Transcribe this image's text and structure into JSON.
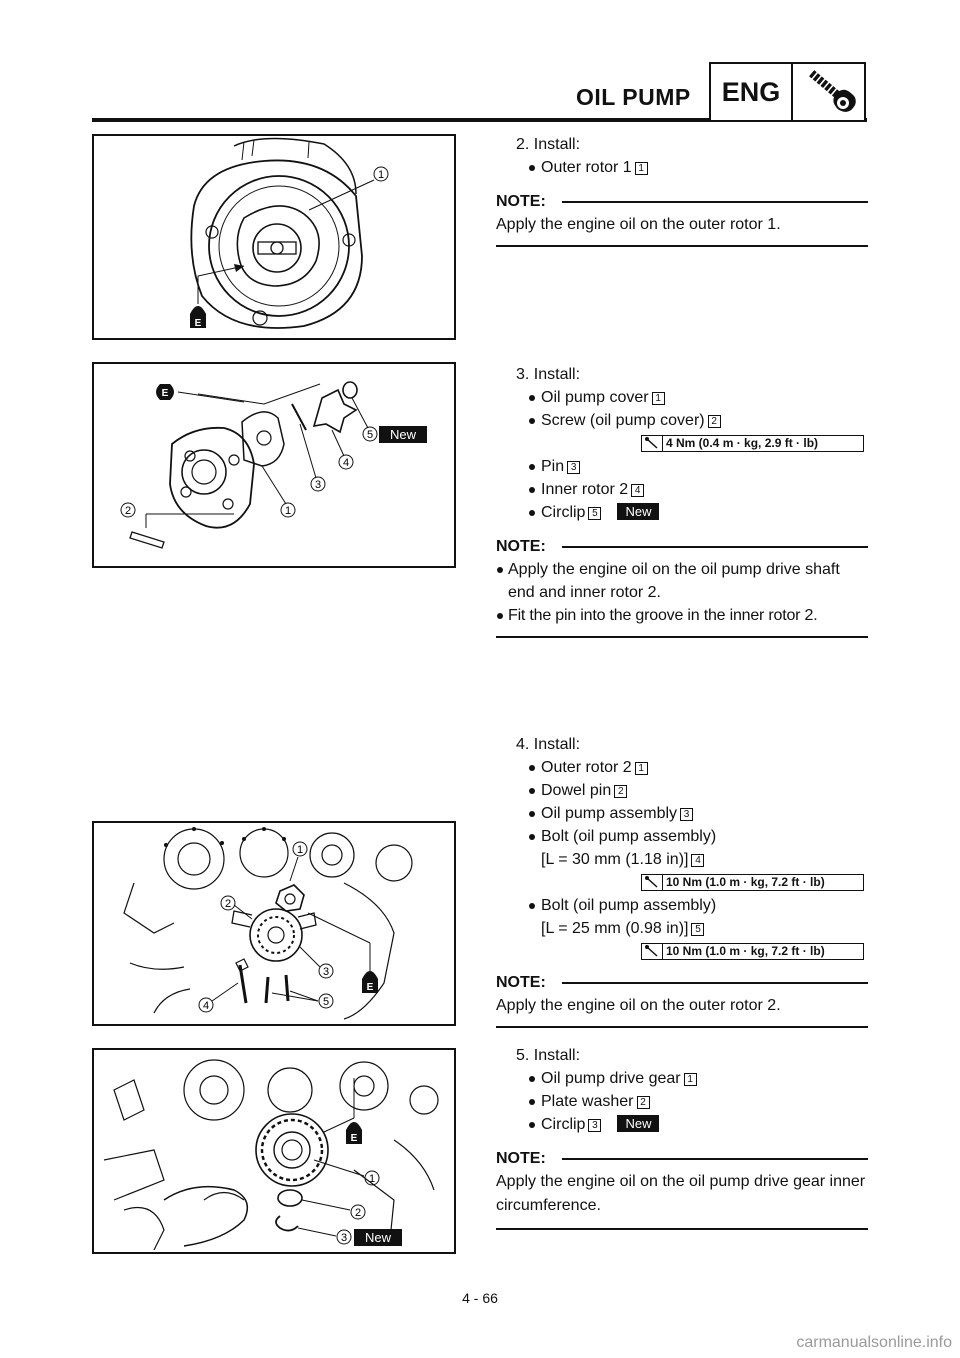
{
  "header": {
    "section_title": "OIL PUMP",
    "badge": "ENG"
  },
  "step2": {
    "heading": "2. Install:",
    "items": [
      {
        "text": "Outer rotor 1",
        "ref": "1"
      }
    ],
    "note_label": "NOTE:",
    "note": "Apply the engine oil on the outer rotor 1."
  },
  "step3": {
    "heading": "3. Install:",
    "items": [
      {
        "text": "Oil pump cover",
        "ref": "1"
      },
      {
        "text": "Screw (oil pump cover)",
        "ref": "2"
      },
      {
        "text": "Pin",
        "ref": "3"
      },
      {
        "text": "Inner rotor 2",
        "ref": "4"
      },
      {
        "text": "Circlip",
        "ref": "5"
      }
    ],
    "torque": "4 Nm (0.4 m · kg, 2.9 ft · lb)",
    "new_label": "New",
    "note_label": "NOTE:",
    "notes": [
      "Apply the engine oil on the oil pump drive shaft end and inner rotor 2.",
      "Fit the pin into the groove in the inner rotor 2."
    ]
  },
  "step4": {
    "heading": "4. Install:",
    "items": [
      {
        "text": "Outer rotor 2",
        "ref": "1"
      },
      {
        "text": "Dowel pin",
        "ref": "2"
      },
      {
        "text": "Oil pump assembly",
        "ref": "3"
      },
      {
        "text": "Bolt (oil pump assembly)",
        "ref": ""
      },
      {
        "text": "[L = 30 mm (1.18 in)]",
        "ref": "4"
      },
      {
        "text": "Bolt (oil pump assembly)",
        "ref": ""
      },
      {
        "text": "[L = 25 mm (0.98 in)]",
        "ref": "5"
      }
    ],
    "torque_a": "10 Nm (1.0 m · kg, 7.2 ft · lb)",
    "torque_b": "10 Nm (1.0 m · kg, 7.2 ft · lb)",
    "note_label": "NOTE:",
    "note": "Apply the engine oil on the outer rotor 2."
  },
  "step5": {
    "heading": "5. Install:",
    "items": [
      {
        "text": "Oil pump drive gear",
        "ref": "1"
      },
      {
        "text": "Plate washer",
        "ref": "2"
      },
      {
        "text": "Circlip",
        "ref": "3"
      }
    ],
    "new_label": "New",
    "note_label": "NOTE:",
    "note": "Apply the engine oil on the oil pump drive gear inner circumference."
  },
  "figures": {
    "fig1": {
      "callouts": [
        "1"
      ],
      "oil_mark": "E"
    },
    "fig2": {
      "callouts": [
        "1",
        "2",
        "3",
        "4",
        "5"
      ],
      "oil_mark": "E",
      "new_label": "New"
    },
    "fig3": {
      "callouts": [
        "1",
        "2",
        "3",
        "4",
        "5"
      ],
      "oil_mark": "E"
    },
    "fig4": {
      "callouts": [
        "1",
        "2",
        "3"
      ],
      "oil_mark": "E",
      "new_label": "New"
    }
  },
  "footer": {
    "page_number": "4 - 66",
    "watermark": "carmanualsonline.info"
  }
}
